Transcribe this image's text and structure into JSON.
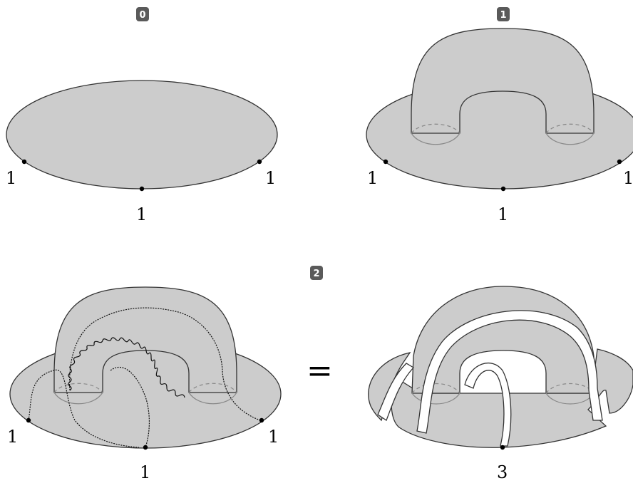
{
  "badges": {
    "b0": "0",
    "b1": "1",
    "b2": "2"
  },
  "panel0": {
    "left": "1",
    "right": "1",
    "bottom": "1"
  },
  "panel1": {
    "left": "1",
    "right": "1",
    "bottom": "1"
  },
  "panel2": {
    "left": "1",
    "right": "1",
    "bottom": "1"
  },
  "panel3": {
    "bottom": "3"
  },
  "equals": "=",
  "colors": {
    "surface": "#cccccc",
    "outline": "#333333",
    "badge": "#5a5a5a"
  }
}
